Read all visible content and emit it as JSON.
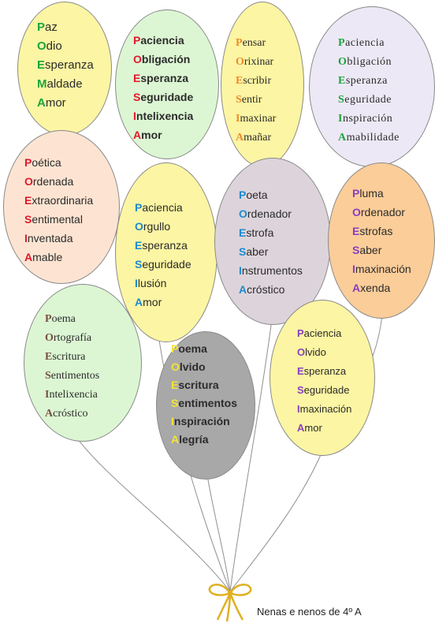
{
  "caption": "Nenas e nenos de 4º A",
  "balloons": [
    {
      "id": "b1",
      "fill": "#fcf5a3",
      "initial_color": "#1aa53c",
      "words": [
        [
          "P",
          "az"
        ],
        [
          "O",
          "dio"
        ],
        [
          "E",
          "speranza"
        ],
        [
          "M",
          "aldade"
        ],
        [
          "A",
          "mor"
        ]
      ]
    },
    {
      "id": "b2",
      "fill": "#dcf6d3",
      "initial_color": "#e0182a",
      "words": [
        [
          "P",
          "aciencia"
        ],
        [
          "O",
          "bligación"
        ],
        [
          "E",
          "speranza"
        ],
        [
          "S",
          "eguridade"
        ],
        [
          "I",
          "ntelixencia"
        ],
        [
          "A",
          "mor"
        ]
      ]
    },
    {
      "id": "b3",
      "fill": "#fcf5a3",
      "initial_color": "#ee8a2a",
      "words": [
        [
          "P",
          "ensar"
        ],
        [
          "O",
          "rixinar"
        ],
        [
          "E",
          "scribir"
        ],
        [
          "S",
          "entir"
        ],
        [
          "I",
          "maxinar"
        ],
        [
          "A",
          "mañar"
        ]
      ]
    },
    {
      "id": "b4",
      "fill": "#ece8f5",
      "initial_color": "#1aa53c",
      "words": [
        [
          "P",
          "aciencia"
        ],
        [
          "O",
          "bligación"
        ],
        [
          "E",
          "speranza"
        ],
        [
          "S",
          "eguridade"
        ],
        [
          "I",
          "nspiración"
        ],
        [
          "A",
          "mabilidade"
        ]
      ]
    },
    {
      "id": "b5",
      "fill": "#fde4d2",
      "initial_color": "#e0182a",
      "words": [
        [
          "P",
          "oética"
        ],
        [
          "O",
          "rdenada"
        ],
        [
          "E",
          "xtraordinaria"
        ],
        [
          "S",
          "entimental"
        ],
        [
          "I",
          "nventada"
        ],
        [
          "A",
          "mable"
        ]
      ]
    },
    {
      "id": "b6",
      "fill": "#fcf5a3",
      "initial_color": "#1c8ad0",
      "words": [
        [
          "P",
          "aciencia"
        ],
        [
          "O",
          "rgullo"
        ],
        [
          "E",
          "speranza"
        ],
        [
          "S",
          "eguridade"
        ],
        [
          "I",
          "lusión"
        ],
        [
          "A",
          "mor"
        ]
      ]
    },
    {
      "id": "b7",
      "fill": "#ddd4db",
      "initial_color": "#1c8ad0",
      "words": [
        [
          "P",
          "oeta"
        ],
        [
          "O",
          "rdenador"
        ],
        [
          "E",
          "strofa"
        ],
        [
          "S",
          "aber"
        ],
        [
          "I",
          "nstrumentos"
        ],
        [
          "A",
          "cróstico"
        ]
      ]
    },
    {
      "id": "b8",
      "fill": "#fbcd99",
      "initial_color": "#8a3ec0",
      "words": [
        [
          "P",
          "luma"
        ],
        [
          "O",
          "rdenador"
        ],
        [
          "E",
          "strofas"
        ],
        [
          "S",
          "aber"
        ],
        [
          "I",
          "maxinación"
        ],
        [
          "A",
          "xenda"
        ]
      ]
    },
    {
      "id": "b9",
      "fill": "#dcf6d3",
      "initial_color": "#7a5040",
      "words": [
        [
          "P",
          "oema"
        ],
        [
          "O",
          "rtografía"
        ],
        [
          "E",
          "scritura"
        ],
        [
          "S",
          "entimentos"
        ],
        [
          "I",
          "ntelixencia"
        ],
        [
          "A",
          "cróstico"
        ]
      ]
    },
    {
      "id": "b10",
      "fill": "#a8a8a8",
      "initial_color": "#f4e33a",
      "words": [
        [
          "P",
          "oema"
        ],
        [
          "O",
          "lvido"
        ],
        [
          "E",
          "scritura"
        ],
        [
          "S",
          "entimentos"
        ],
        [
          "I",
          "nspiración"
        ],
        [
          "A",
          "legría"
        ]
      ]
    },
    {
      "id": "b11",
      "fill": "#fcf5a3",
      "initial_color": "#8a3ec0",
      "words": [
        [
          "P",
          "aciencia"
        ],
        [
          "O",
          "lvido"
        ],
        [
          "E",
          "speranza"
        ],
        [
          "S",
          "eguridade"
        ],
        [
          "I",
          "maxinación"
        ],
        [
          "A",
          "mor"
        ]
      ]
    }
  ]
}
